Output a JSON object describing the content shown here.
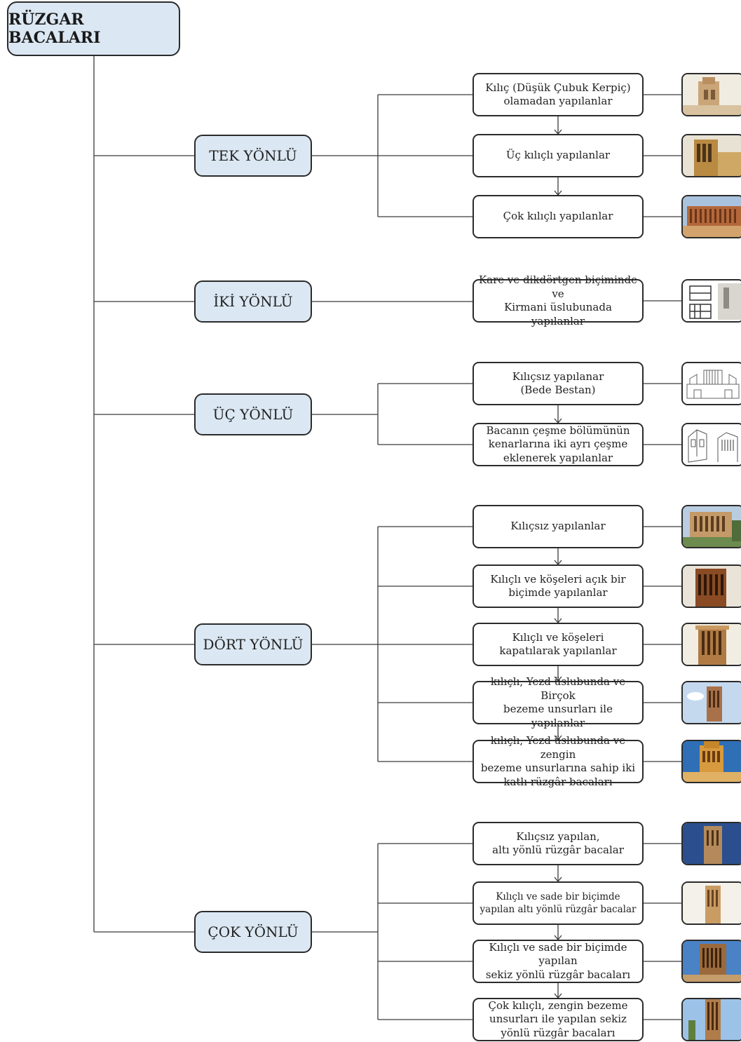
{
  "root": {
    "label": "RÜZGAR BACALARI"
  },
  "categories": [
    {
      "label": "TEK YÖNLÜ",
      "items": [
        {
          "text": "Kılıç (Düşük Çubuk Kerpiç)\nolamadan yapılanlar",
          "photo": "tower-photo-adobe"
        },
        {
          "text": "Üç kılıçlı yapılanlar",
          "photo": "tower-photo-golden"
        },
        {
          "text": "Çok kılıçlı yapılanlar",
          "photo": "tower-photo-long-wall"
        }
      ]
    },
    {
      "label": "İKİ YÖNLÜ",
      "items": [
        {
          "text": "Kare ve dikdörtgen biçiminde ve\nKirmani üslubunada yapılanlar",
          "photo": "plan-drawing"
        }
      ]
    },
    {
      "label": "ÜÇ YÖNLÜ",
      "items": [
        {
          "text": "Kılıçsız yapılanar\n(Bede Bestan)",
          "photo": "elevation-drawing"
        },
        {
          "text": "Bacanın çeşme bölümünün\nkenarlarına iki ayrı çeşme\neklenerek yapılanlar",
          "photo": "perspective-drawing"
        }
      ]
    },
    {
      "label": "DÖRT YÖNLÜ",
      "items": [
        {
          "text": "Kılıçsız yapılanlar",
          "photo": "tower-photo-courtyard"
        },
        {
          "text": "Kılıçlı ve köşeleri açık bir\nbiçimde yapılanlar",
          "photo": "tower-photo-dark-slats"
        },
        {
          "text": "Kılıçlı ve köşeleri\nkapatılarak yapılanlar",
          "photo": "tower-photo-closed-corners"
        },
        {
          "text": "kılıçlı, Yezd üslubunda ve Birçok\nbezeme unsurları ile yapılanlar",
          "photo": "tower-photo-yazd-sky"
        },
        {
          "text": "kılıçlı, Yezd üslubunda ve zengin\nbezeme unsurlarına sahip iki\nkatlı rüzgâr bacaları",
          "photo": "tower-photo-two-storey"
        }
      ]
    },
    {
      "label": "ÇOK YÖNLÜ",
      "items": [
        {
          "text": "Kılıçsız yapılan,\naltı yönlü rüzgâr bacalar",
          "photo": "tower-photo-hex-dark-sky"
        },
        {
          "text": "Kılıçlı ve sade bir biçimde\nyapılan altı yönlü rüzgâr bacalar",
          "photo": "tower-photo-hex-white"
        },
        {
          "text": "Kılıçlı ve sade bir biçimde yapılan\nsekiz yönlü rüzgâr bacaları",
          "photo": "tower-photo-octagonal-blue"
        },
        {
          "text": "Çok kılıçlı, zengin bezeme\nunsurları ile yapılan sekiz\nyönlü rüzgâr bacaları",
          "photo": "tower-photo-octagonal-tall"
        }
      ]
    }
  ],
  "colors": {
    "box_fill": "#dbe8f3",
    "border": "#2b2b2b",
    "line": "#3a3a3a"
  }
}
